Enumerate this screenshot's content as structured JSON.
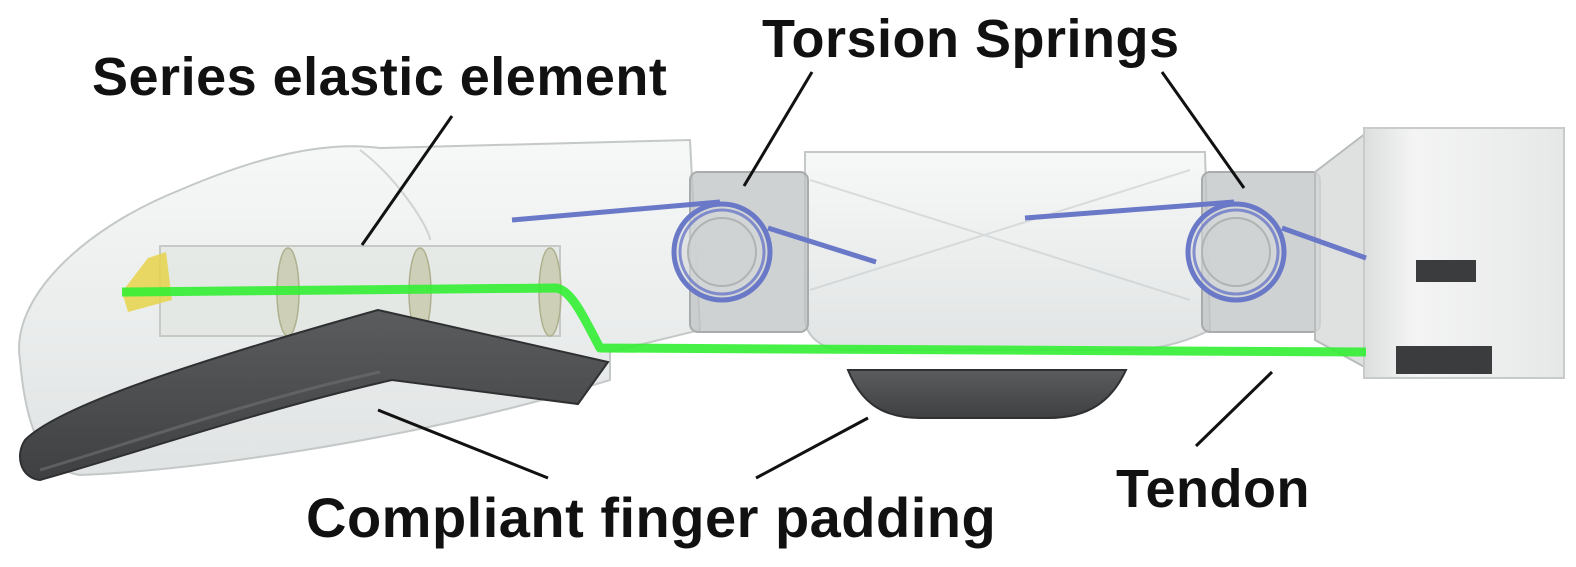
{
  "labels": {
    "series_elastic_element": "Series elastic element",
    "torsion_springs": "Torsion Springs",
    "tendon": "Tendon",
    "compliant_finger_padding": "Compliant finger padding"
  },
  "colors": {
    "tendon": "#33ee33",
    "torsion_spring": "#6a78c8",
    "pad": "#4a4c4e",
    "shell": "#d8dcdc",
    "base_block": "#ececec",
    "series_element_tip": "#e6d34a"
  }
}
